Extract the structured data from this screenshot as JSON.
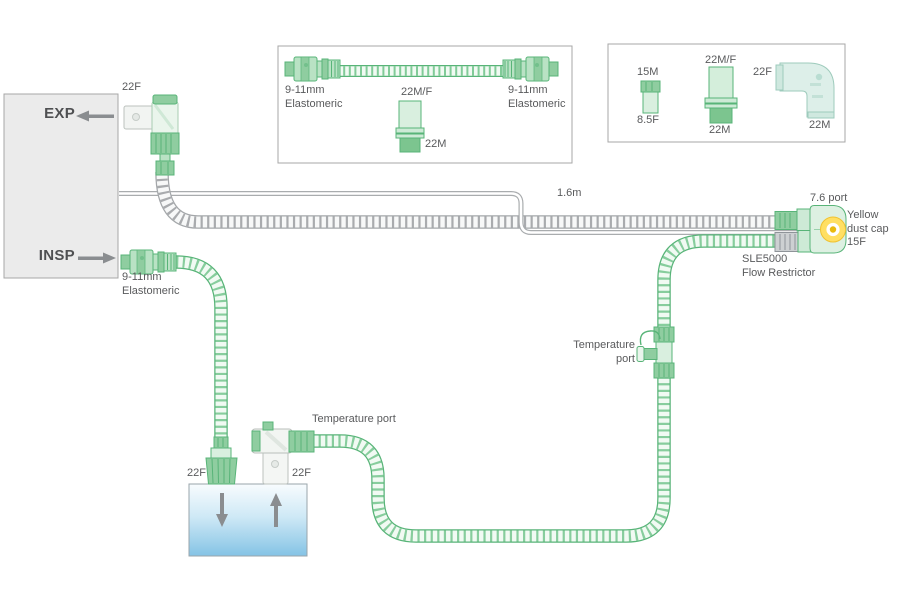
{
  "ventilator": {
    "exp": "EXP",
    "insp": "INSP"
  },
  "labels": {
    "exp_port": "22F",
    "insp_port_l1": "9-11mm",
    "insp_port_l2": "Elastomeric",
    "tube_length": "1.6m",
    "pressure_port": "7.6 port",
    "dust_cap_l1": "Yellow",
    "dust_cap_l2": "dust cap",
    "patient_port": "15F",
    "restrictor_l1": "SLE5000",
    "restrictor_l2": "Flow Restrictor",
    "temp_port_l1": "Temperature",
    "temp_port_l2": "port",
    "temp_port_humidifier": "Temperature port",
    "humidifier_inlet": "22F",
    "humidifier_outlet": "22F"
  },
  "inset_tube_kit": {
    "left_l1": "9-11mm",
    "left_l2": "Elastomeric",
    "adapter_top": "22M/F",
    "adapter_bottom": "22M",
    "right_l1": "9-11mm",
    "right_l2": "Elastomeric"
  },
  "inset_adapters": {
    "straight_top": "15M",
    "straight_bottom": "8.5F",
    "reducer_top": "22M/F",
    "reducer_bottom": "22M",
    "elbow_top": "22F",
    "elbow_bottom": "22M"
  },
  "colors": {
    "green_dark": "#58b478",
    "green_mid": "#8fcda0",
    "green_light": "#d9efdf",
    "tube_gray": "#8e9194",
    "text": "#595a5c",
    "humidifier_blue": "#8ac6e6",
    "dust_cap_yellow": "#ffdf63"
  }
}
